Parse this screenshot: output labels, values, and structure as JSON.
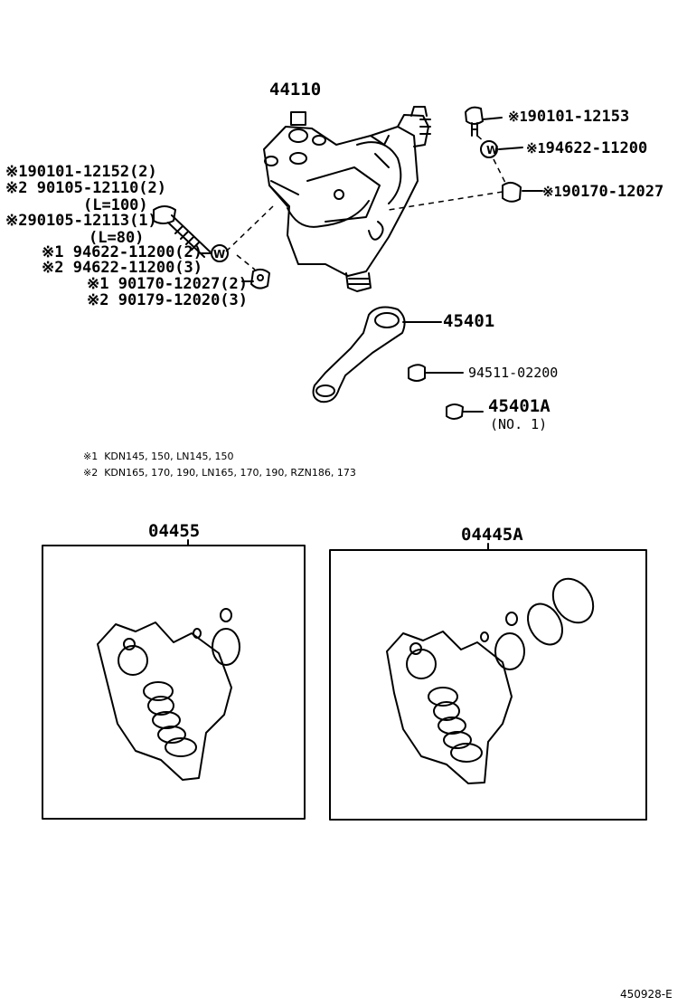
{
  "main_part": "44110",
  "right_callouts": [
    {
      "mark": "※1",
      "part": "90101-12153"
    },
    {
      "mark": "※1",
      "part": "94622-11200"
    },
    {
      "mark": "※1",
      "part": "90170-12027"
    }
  ],
  "left_callouts": [
    {
      "text": "※190101-12152(2)"
    },
    {
      "text": "※2 90105-12110(2)"
    },
    {
      "text": "(L=100)"
    },
    {
      "text": "※290105-12113(1)"
    },
    {
      "text": "(L=80)"
    },
    {
      "text": "※1 94622-11200(2)"
    },
    {
      "text": "※2 94622-11200(3)"
    },
    {
      "text": "※1 90170-12027(2)"
    },
    {
      "text": "※2 90179-12020(3)"
    }
  ],
  "washer_mark": "W",
  "pitman_arm": "45401",
  "nut": "94511-02200",
  "nut_a": "45401A",
  "nut_a_note": "(NO. 1)",
  "notes": [
    {
      "mark": "※1",
      "text": "KDN145, 150, LN145, 150"
    },
    {
      "mark": "※2",
      "text": "KDN165, 170, 190, LN165, 170, 190, RZN186, 173"
    }
  ],
  "kits": [
    {
      "part": "04455"
    },
    {
      "part": "04445A"
    }
  ],
  "footer_code": "450928-E"
}
